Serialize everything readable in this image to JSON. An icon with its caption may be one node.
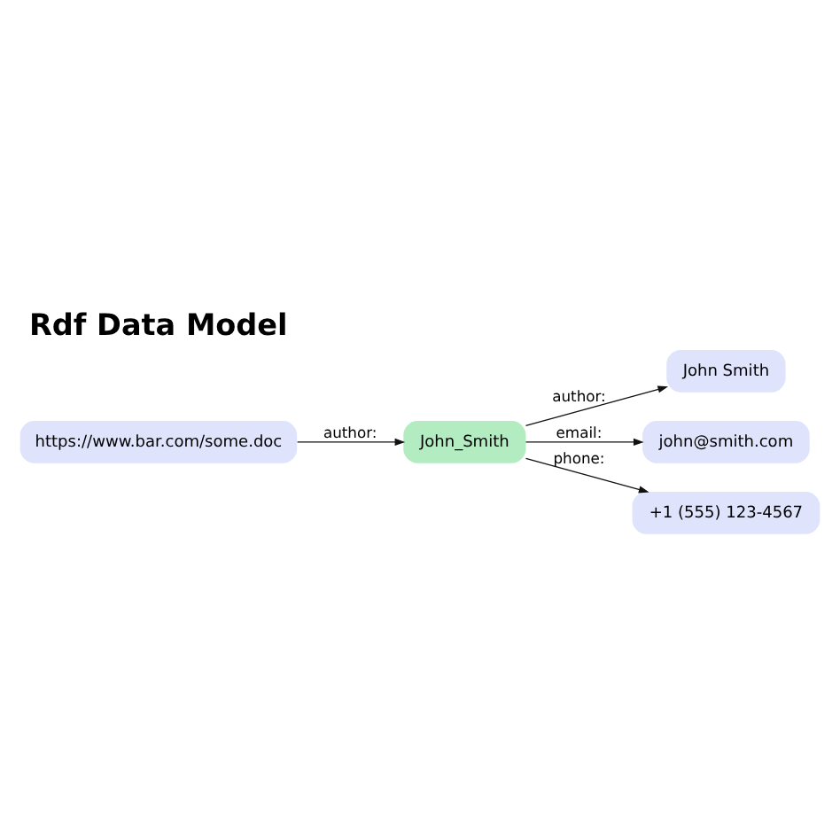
{
  "diagram": {
    "title": "Rdf Data Model",
    "nodes": [
      {
        "text": [
          "https://www.bar.com/some.doc"
        ]
      },
      {
        "text": [
          "John_Smith"
        ]
      },
      {
        "text": [
          "John Smith"
        ]
      },
      {
        "text": [
          "john@smith.com"
        ]
      },
      {
        "text": [
          "+1 (555) 123-4567"
        ]
      }
    ],
    "edges": [
      {
        "from": 0,
        "to": 1,
        "arrow": "to",
        "label": "author:"
      },
      {
        "from": 1,
        "to": 2,
        "arrow": "to",
        "label": "author:"
      },
      {
        "from": 1,
        "to": 3,
        "arrow": "to",
        "label": "email:"
      },
      {
        "from": 1,
        "to": 4,
        "arrow": "to",
        "label": "phone:"
      }
    ]
  }
}
